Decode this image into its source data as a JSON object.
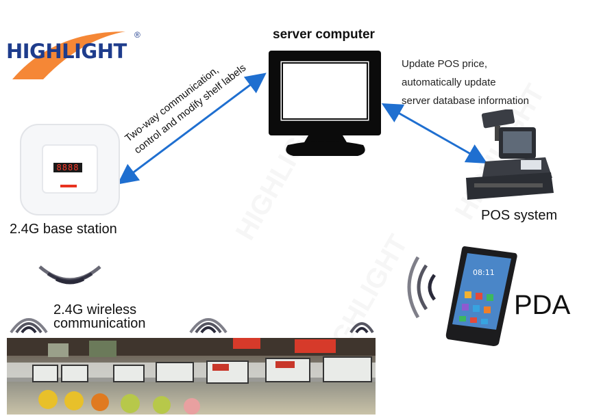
{
  "logo": {
    "text": "HIGHLIGHT",
    "registered": "®",
    "color": "#1e3c8c",
    "accent": "#f47a20"
  },
  "nodes": {
    "server": {
      "label": "server computer"
    },
    "base_station": {
      "label": "2.4G base station",
      "display_text": "8888"
    },
    "pos": {
      "label": "POS system"
    },
    "pda": {
      "label": "PDA",
      "screen_time": "08:11"
    },
    "shelf": {
      "label_lines": [
        "2.4G wireless",
        "communication"
      ]
    }
  },
  "links": {
    "server_base": {
      "label_lines": [
        "Two-way communication,",
        "control and modify shelf labels"
      ],
      "color": "#1f6fd0"
    },
    "server_pos": {
      "label_lines": [
        "Update POS price,",
        "automatically update",
        "server database information"
      ],
      "color": "#1f6fd0"
    }
  },
  "icons": [
    "wifi-signal-icon",
    "monitor-icon",
    "base-station-icon",
    "pos-terminal-icon",
    "pda-icon"
  ]
}
